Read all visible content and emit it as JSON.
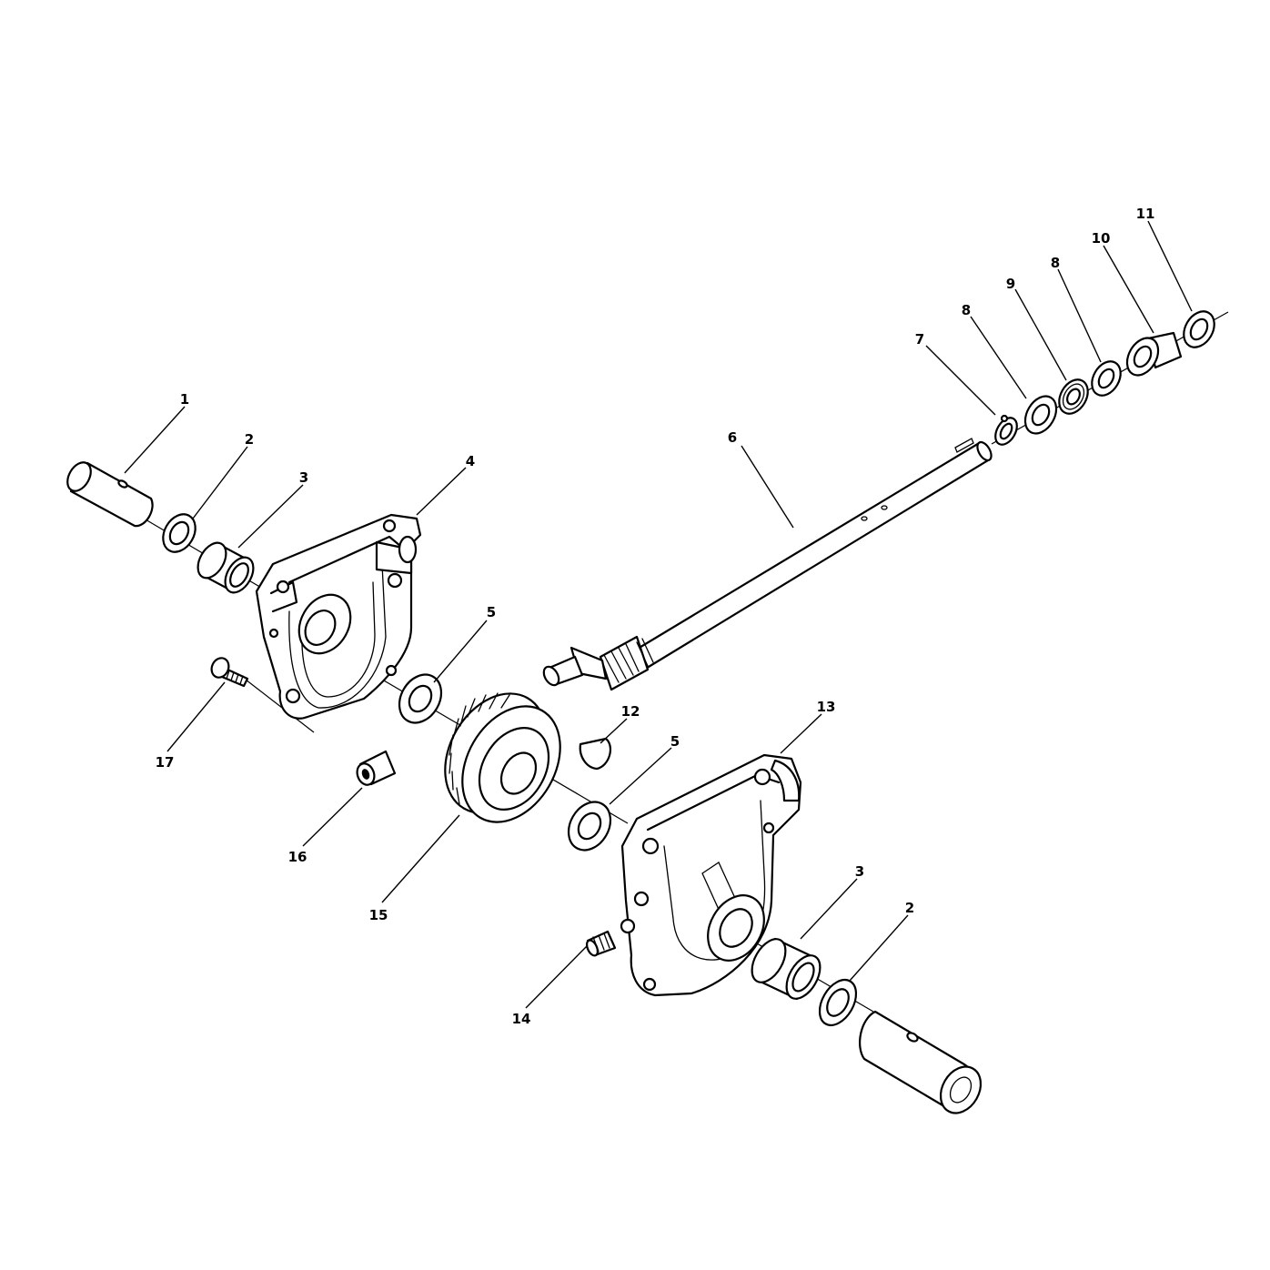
{
  "callouts": [
    {
      "id": "c1",
      "text": "1"
    },
    {
      "id": "c2a",
      "text": "2"
    },
    {
      "id": "c3a",
      "text": "3"
    },
    {
      "id": "c4",
      "text": "4"
    },
    {
      "id": "c5a",
      "text": "5"
    },
    {
      "id": "c6",
      "text": "6"
    },
    {
      "id": "c7",
      "text": "7"
    },
    {
      "id": "c8a",
      "text": "8"
    },
    {
      "id": "c9",
      "text": "9"
    },
    {
      "id": "c8b",
      "text": "8"
    },
    {
      "id": "c10",
      "text": "10"
    },
    {
      "id": "c11",
      "text": "11"
    },
    {
      "id": "c12",
      "text": "12"
    },
    {
      "id": "c13",
      "text": "13"
    },
    {
      "id": "c5b",
      "text": "5"
    },
    {
      "id": "c3b",
      "text": "3"
    },
    {
      "id": "c2b",
      "text": "2"
    },
    {
      "id": "c14",
      "text": "14"
    },
    {
      "id": "c15",
      "text": "15"
    },
    {
      "id": "c16",
      "text": "16"
    },
    {
      "id": "c17",
      "text": "17"
    }
  ]
}
